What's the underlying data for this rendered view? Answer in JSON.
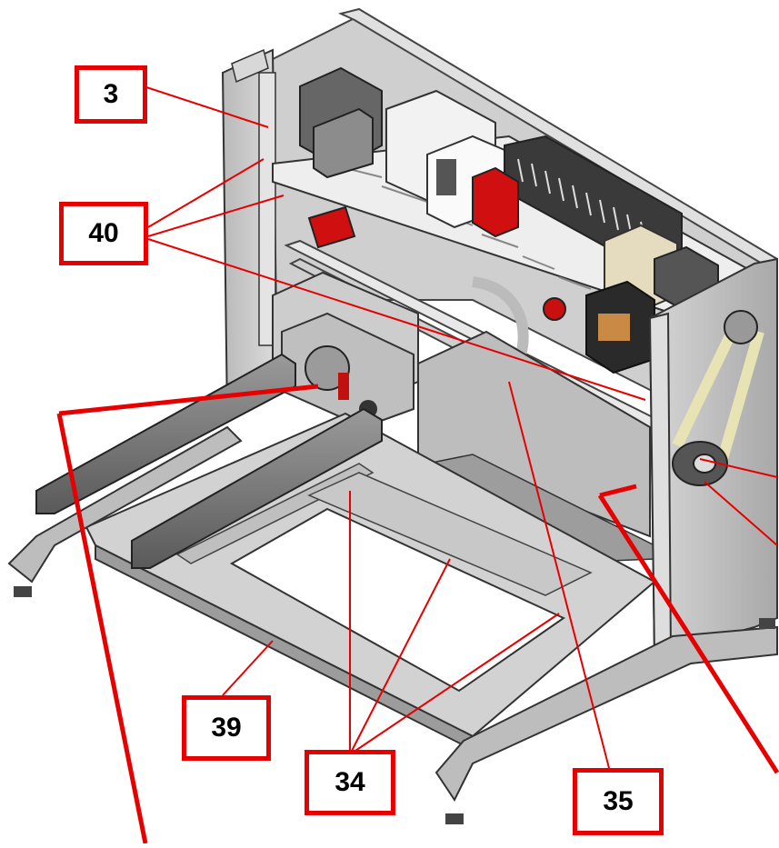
{
  "figure": {
    "subject": "machine-frame-assembly",
    "colors": {
      "callout_border": "#e60000",
      "leader_line": "#e60000",
      "frame_panel": "#c9c9c9",
      "frame_dark": "#8d8d8d",
      "belt": "#e8e3b4",
      "relay_red": "#d01010",
      "background": "#ffffff"
    },
    "callouts": [
      {
        "id": "c3",
        "label": "3"
      },
      {
        "id": "c40",
        "label": "40"
      },
      {
        "id": "c39",
        "label": "39"
      },
      {
        "id": "c34",
        "label": "34"
      },
      {
        "id": "c35",
        "label": "35"
      }
    ]
  }
}
